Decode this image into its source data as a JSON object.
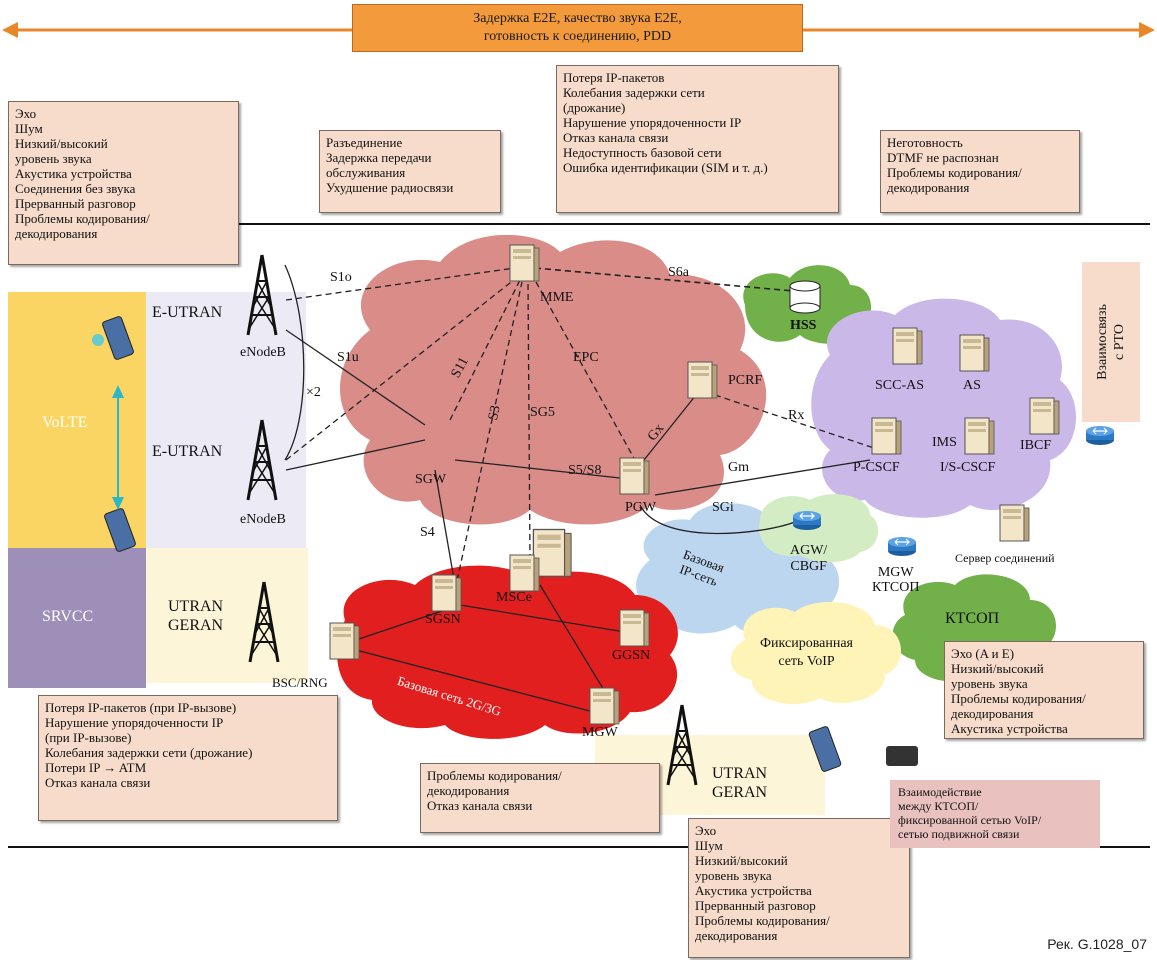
{
  "e2e_banner": {
    "line1": "Задержка E2E, качество звука E2E,",
    "line2": "готовность к соединению, PDD"
  },
  "boxes": {
    "ue_impairments": [
      "Эхо",
      "Шум",
      "Низкий/высокий",
      "уровень звука",
      "Акустика устройства",
      "Соединения без звука",
      "Прерванный разговор",
      "Проблемы кодирования/",
      "декодирования"
    ],
    "radio_impairments": [
      "Разъединение",
      "Задержка передачи",
      "обслуживания",
      "Ухудшение радиосвязи"
    ],
    "ip_impairments": [
      "Потеря IP-пакетов",
      "Колебания задержки сети",
      "(дрожание)",
      "Нарушение упорядоченности IP",
      "Отказ канала связи",
      "Недоступность базовой сети",
      "Ошибка идентификации (SIM и т. д.)"
    ],
    "ims_impairments": [
      "Неготовность",
      "DTMF не распознан",
      "Проблемы кодирования/",
      "декодирования"
    ],
    "core_2g3g_impairments": [
      "Потеря IP-пакетов (при IP-вызове)",
      "Нарушение упорядоченности IP",
      "(при IP-вызове)",
      "Колебания задержки сети (дрожание)",
      "Потери IP → ATM",
      "Отказ канала связи"
    ],
    "mgw_impairments": [
      "Проблемы кодирования/",
      "декодирования",
      "Отказ канала связи"
    ],
    "pstn_impairments": [
      "Эхо (A и E)",
      "Низкий/высокий",
      "уровень звука",
      "Проблемы кодирования/",
      "декодирования",
      "Акустика устройства"
    ],
    "utran_ue_impairments": [
      "Эхо",
      "Шум",
      "Низкий/высокий",
      "уровень звука",
      "Акустика устройства",
      "Прерванный разговор",
      "Проблемы кодирования/",
      "декодирования"
    ],
    "interworking": "Взаимодействие\nмежду КТСОП/\nфиксированной сетью VoIP/\nсетью подвижной связи"
  },
  "zones": {
    "volte": "VoLTE",
    "srvcc": "SRVCC",
    "eutran1": "E-UTRAN",
    "eutran2": "E-UTRAN",
    "utran_geran_left": "UTRAN\nGERAN",
    "utran_geran_bottom": "UTRAN\nGERAN",
    "pto": "Взаимосвязь\nс PTO"
  },
  "nodes": {
    "enodeb1": "eNodeB",
    "enodeb2": "eNodeB",
    "x2": "×2",
    "mme": "MME",
    "hss": "HSS",
    "epc": "EPC",
    "sgw": "SGW",
    "pgw": "PGW",
    "pcrf": "PCRF",
    "scc_as": "SCC-AS",
    "as": "AS",
    "ims": "IMS",
    "ibcf": "IBCF",
    "p_cscf": "P-CSCF",
    "i_s_cscf": "I/S-CSCF",
    "conn_server": "Сервер соединений",
    "agw": "AGW/\nCBGF",
    "ip_core": "Базовая\nIP-сеть",
    "mgw_pstn": "MGW\nКТСОП",
    "pstn": "КТСОП",
    "fixed_voip": "Фиксированная\nсеть VoIP",
    "sgsn": "SGSN",
    "msce": "MSCe",
    "ggsn": "GGSN",
    "bsc": "BSC/RNG",
    "mgw": "MGW",
    "core_2g3g": "Базовая сеть 2G/3G"
  },
  "interfaces": {
    "s1o": "S1o",
    "s1u": "S1u",
    "s6a": "S6a",
    "s11": "S11",
    "s3": "S3",
    "sg5": "SG5",
    "gx": "Gx",
    "rx": "Rx",
    "s5s8": "S5/S8",
    "gm": "Gm",
    "sgi": "SGi",
    "s4": "S4"
  },
  "caption": "Рек. G.1028_07",
  "colors": {
    "box": "#f7dccb",
    "epc_cloud": "#d98c88",
    "red_cloud": "#e21f1f",
    "ims_cloud": "#c9b8e8",
    "green_cloud": "#72b04a",
    "ip_cloud": "#bcd6f0",
    "yellow_cloud": "#fff4b8",
    "volte": "#fbd564",
    "srvcc": "#9d8fb8",
    "banner": "#f39a3c"
  }
}
